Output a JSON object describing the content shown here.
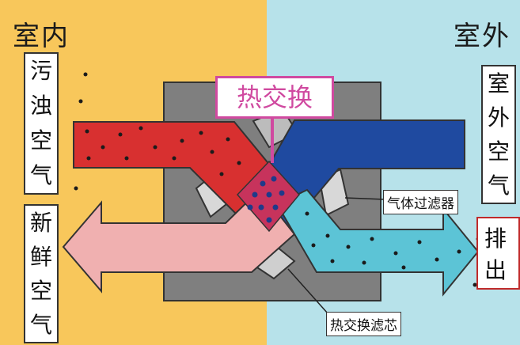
{
  "zones": {
    "indoor": "室内",
    "outdoor": "室外"
  },
  "title": "热交换",
  "left_labels": {
    "dirty_air": [
      "污",
      "浊",
      "空",
      "气"
    ],
    "fresh_air": [
      "新",
      "鲜",
      "空",
      "气"
    ]
  },
  "right_labels": {
    "outdoor_air": [
      "室",
      "外",
      "空",
      "气"
    ]
  },
  "exhaust": "排出",
  "callouts": {
    "gas_filter": "气体过滤器",
    "core_filter": "热交换滤芯"
  },
  "colors": {
    "indoor_bg": "#f8c75b",
    "outdoor_bg": "#b7e2ea",
    "dirty_air": "#d83030",
    "outdoor_air": "#1f4aa0",
    "fresh_air": "#f0b0b0",
    "exhaust_air": "#5cc4d6",
    "title": "#d04aa0"
  }
}
